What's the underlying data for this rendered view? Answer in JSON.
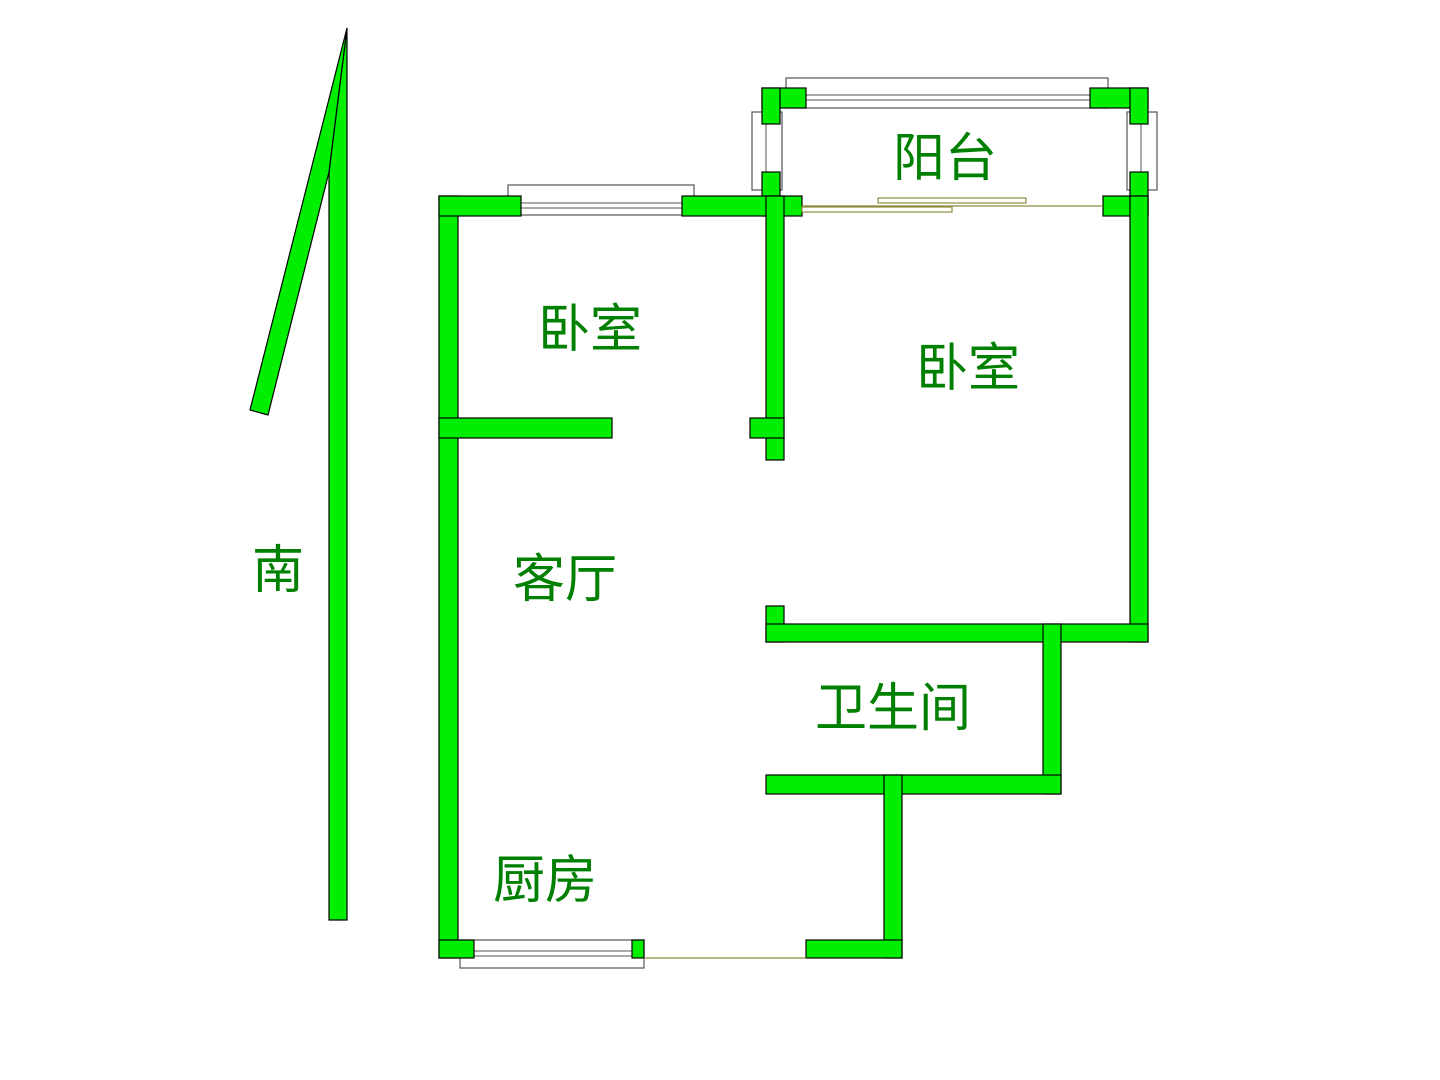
{
  "compass": {
    "direction_label": "南"
  },
  "rooms": {
    "balcony": "阳台",
    "bedroom_small": "卧室",
    "bedroom_large": "卧室",
    "living_room": "客厅",
    "bathroom": "卫生间",
    "kitchen": "厨房"
  },
  "colors": {
    "wall": "#00ee00",
    "label": "#008000",
    "door": "#8b8b3c",
    "window_frame": "#555555"
  }
}
